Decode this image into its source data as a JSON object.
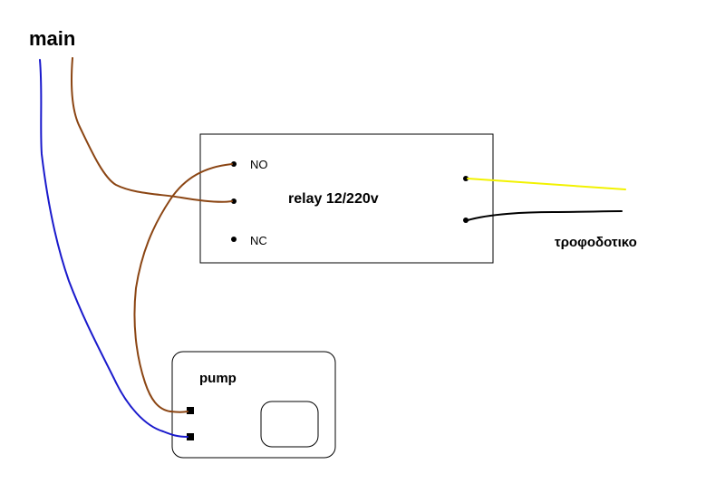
{
  "labels": {
    "main": "main",
    "relay": "relay 12/220v",
    "pin_no": "NO",
    "pin_nc": "NC",
    "pump": "pump",
    "power_supply": "τροφοδοτικο"
  },
  "colors": {
    "wire_blue": "#1a1acc",
    "wire_brown": "#8b4513",
    "wire_yellow": "#f2f200",
    "wire_black": "#000000",
    "outline": "#000000",
    "background": "#ffffff"
  }
}
